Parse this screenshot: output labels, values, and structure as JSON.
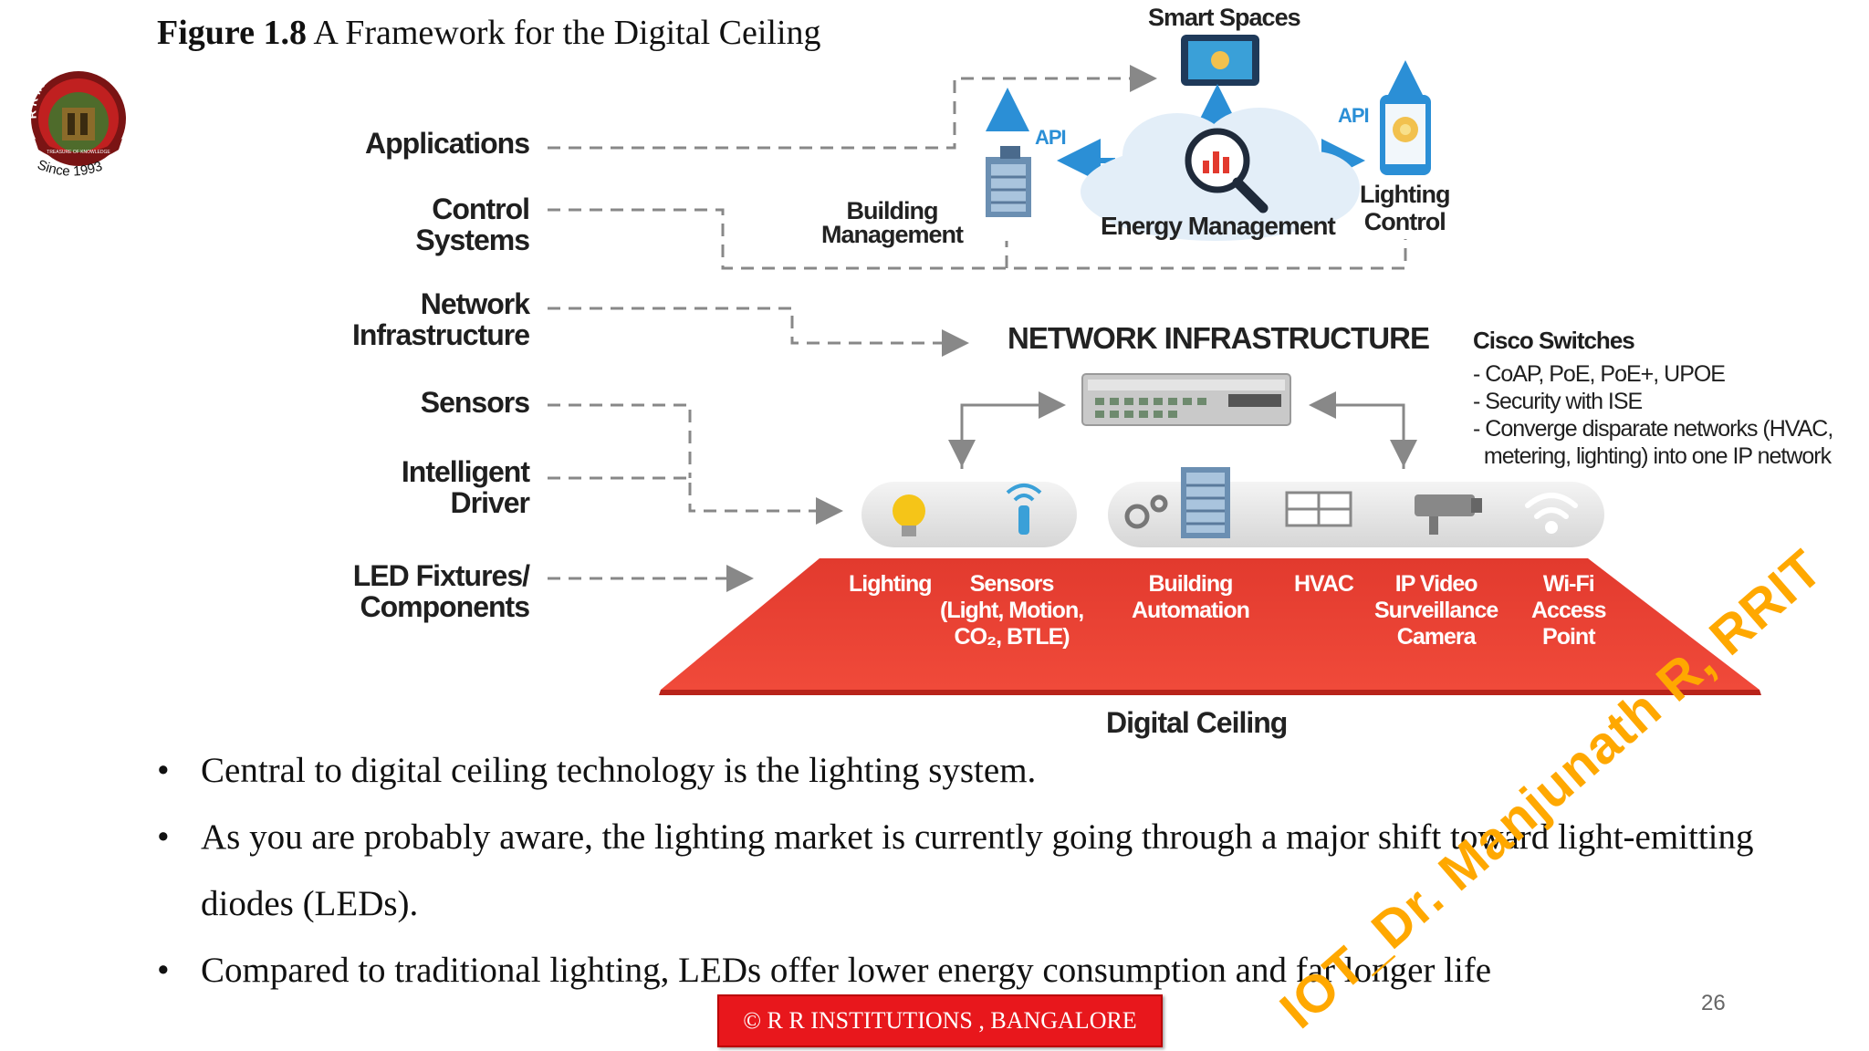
{
  "figure": {
    "number": "Figure 1.8",
    "title": " A Framework for the Digital Ceiling"
  },
  "logo": {
    "name": "R R INSTITUTIONS",
    "tagline": "TREASURE OF KNOWLEDGE",
    "since": "Since 1993"
  },
  "layers": [
    {
      "label": "Applications"
    },
    {
      "label": "Control\nSystems"
    },
    {
      "label": "Network\nInfrastructure"
    },
    {
      "label": "Sensors"
    },
    {
      "label": "Intelligent\nDriver"
    },
    {
      "label": "LED Fixtures/\nComponents"
    }
  ],
  "diagram": {
    "smart_spaces": "Smart Spaces",
    "api_left": "API",
    "api_right": "API",
    "building_management": "Building\nManagement",
    "energy_management": "Energy Management",
    "lighting_control": "Lighting\nControl",
    "network_infrastructure": "NETWORK INFRASTRUCTURE",
    "cisco": {
      "heading": "Cisco Switches",
      "items": [
        "- CoAP, PoE, PoE+, UPOE",
        "- Security with ISE",
        "- Converge disparate networks (HVAC,",
        "  metering, lighting) into one IP network"
      ]
    },
    "ceiling_items": [
      {
        "label": "Lighting"
      },
      {
        "label": "Sensors\n(Light, Motion,\nCO₂, BTLE)"
      },
      {
        "label": "Building\nAutomation"
      },
      {
        "label": "HVAC"
      },
      {
        "label": "IP Video\nSurveillance\nCamera"
      },
      {
        "label": "Wi-Fi\nAccess\nPoint"
      }
    ],
    "digital_ceiling": "Digital Ceiling"
  },
  "bullets": [
    "Central to digital ceiling technology is the lighting system.",
    "As you are probably aware, the lighting market is currently going through a major shift toward light-emitting diodes (LEDs).",
    "Compared to traditional lighting, LEDs offer lower energy consumption and far longer life"
  ],
  "footer": "© R R INSTITUTIONS , BANGALORE",
  "page_number": "26",
  "watermark": "IOT_Dr. Manjunath R, RRIT",
  "colors": {
    "accent_red": "#e8342a",
    "watermark": "#ffa800",
    "api_blue": "#2b8fd6"
  }
}
